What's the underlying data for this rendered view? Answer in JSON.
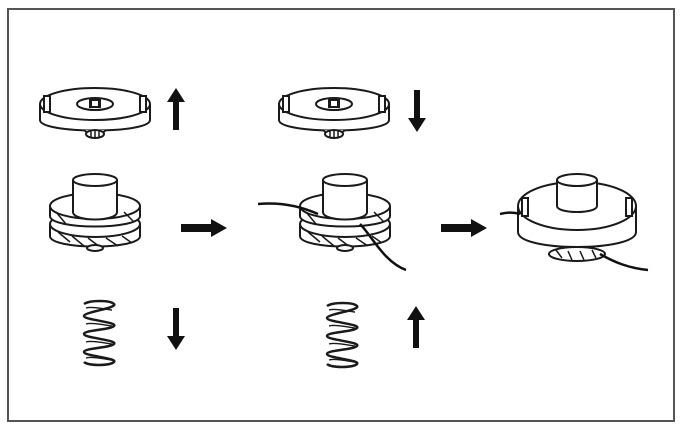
{
  "diagram": {
    "stroke_color": "#1a1a1a",
    "fill_color": "#ffffff",
    "line_color": "#111111",
    "border_color": "#555555",
    "steps": [
      {
        "id": "step-1",
        "cover_motion": "up",
        "spring_motion": "down"
      },
      {
        "id": "step-2",
        "cover_motion": "down",
        "spring_motion": "up"
      },
      {
        "id": "step-3",
        "assembled": true
      }
    ],
    "flow_arrows": [
      "right",
      "right"
    ],
    "labels": []
  }
}
